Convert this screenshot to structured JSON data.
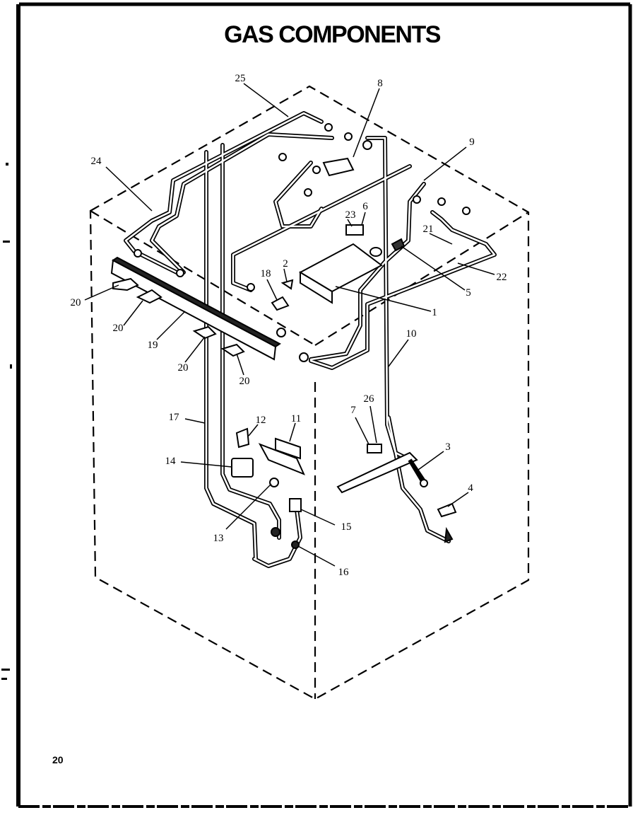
{
  "title": "GAS COMPONENTS",
  "page_number": "20",
  "callouts": [
    {
      "id": "c1",
      "text": "1"
    },
    {
      "id": "c2",
      "text": "2"
    },
    {
      "id": "c3",
      "text": "3"
    },
    {
      "id": "c4",
      "text": "4"
    },
    {
      "id": "c5",
      "text": "5"
    },
    {
      "id": "c6",
      "text": "6"
    },
    {
      "id": "c7",
      "text": "7"
    },
    {
      "id": "c8",
      "text": "8"
    },
    {
      "id": "c9",
      "text": "9"
    },
    {
      "id": "c10",
      "text": "10"
    },
    {
      "id": "c11",
      "text": "11"
    },
    {
      "id": "c12",
      "text": "12"
    },
    {
      "id": "c13",
      "text": "13"
    },
    {
      "id": "c14",
      "text": "14"
    },
    {
      "id": "c15",
      "text": "15"
    },
    {
      "id": "c16",
      "text": "16"
    },
    {
      "id": "c17",
      "text": "17"
    },
    {
      "id": "c18",
      "text": "18"
    },
    {
      "id": "c19",
      "text": "19"
    },
    {
      "id": "c20a",
      "text": "20"
    },
    {
      "id": "c20b",
      "text": "20"
    },
    {
      "id": "c20c",
      "text": "20"
    },
    {
      "id": "c20d",
      "text": "20"
    },
    {
      "id": "c21",
      "text": "21"
    },
    {
      "id": "c22",
      "text": "22"
    },
    {
      "id": "c23",
      "text": "23"
    },
    {
      "id": "c24",
      "text": "24"
    },
    {
      "id": "c25",
      "text": "25"
    },
    {
      "id": "c26",
      "text": "26"
    }
  ]
}
